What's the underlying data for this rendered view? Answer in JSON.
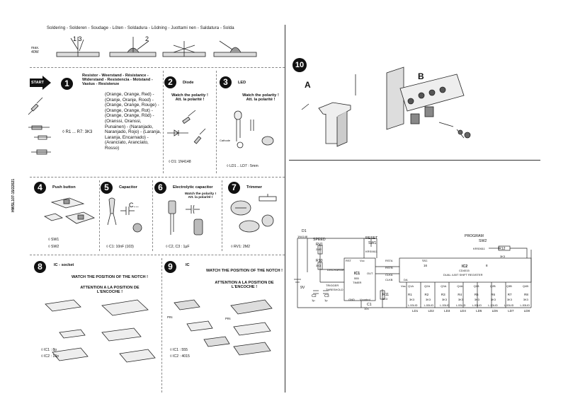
{
  "header": {
    "soldering": "Soldering - Solderen - Soudage - Löten - Soldadura - Lödning - Juottami nen - Saldatura - Solda"
  },
  "solder_steps": {
    "step13": "1  3",
    "step2": "2",
    "maxtemp": "max. 40W"
  },
  "side_code": "HWSL107-15/22021",
  "steps": {
    "s1": {
      "num": "1",
      "title": "Resistor - Weerstand - Résistance - Widerstand - Resistencia - Motstand - Vastus - Resistenze",
      "colors": "(Orange, Orange, Red) - (Oranje, Oranje, Rood) - (Orange, Orange, Rouge) - (Orange, Orange, Rot) - (Orange, Orange, Röd) - (Oranssi, Oranssi, Punainen) - (Naranjado, Naranjado, Rojo) - (Laranja, Laranja, Encarnado) - (Arancíato, Arancíato, Rosso)",
      "part": "◊ R1 ... R7: 3K3",
      "start": "START"
    },
    "s2": {
      "num": "2",
      "title": "Diode",
      "watch": "Watch the polarity ! Att. la polarité !",
      "part": "◊ D1: 1N4148"
    },
    "s3": {
      "num": "3",
      "title": "LED",
      "watch": "Watch the polarity ! Att. la polarité !",
      "part": "◊ LD1 .. LD7 : 5mm",
      "cathode": "Cathode"
    },
    "s4": {
      "num": "4",
      "title": "Push button",
      "p1": "◊ SW1",
      "p2": "◊ SW2"
    },
    "s5": {
      "num": "5",
      "title": "Capacitor",
      "sym": "C...",
      "part": "◊ C1: 10nF (103)"
    },
    "s6": {
      "num": "6",
      "title": "Electrolytic capacitor",
      "watch": "Watch the polarity ! Att. la polarité !",
      "part": "◊ C2, C3 : 1µF"
    },
    "s7": {
      "num": "7",
      "title": "Trimmer",
      "part": "◊ RV1: 2M2"
    },
    "s8": {
      "num": "8",
      "title": "IC - socket",
      "watch": "WATCH THE POSITION OF THE NOTCH !",
      "att": "ATTENTION A LA POSITION DE L'ENCOCHE !",
      "p1": "◊ IC1 : 8p",
      "p2": "◊ IC2 : 16p"
    },
    "s9": {
      "num": "9",
      "title": "IC",
      "watch": "WATCH THE POSITION OF THE NOTCH !",
      "att": "ATTENTION A LA POSITION DE L'ENCOCHE !",
      "p1": "◊ IC1 : 555",
      "p2": "◊ IC2 : 4015",
      "pin": "PIN"
    },
    "s10": {
      "num": "10",
      "a": "A",
      "b": "B"
    }
  },
  "schematic": {
    "d1": "D1",
    "d1v": "1N4148",
    "speed": "SPEED",
    "rv1": "RV1",
    "rv1v": "2M2",
    "r10": "R10",
    "r10v": "3K3",
    "c2": "C2",
    "c3": "C3",
    "cv": "1µ",
    "batt": "9V",
    "reset": "RESET",
    "sw1": "SW1",
    "krs": "KRS0611",
    "ic1": "IC1",
    "ic1v": "555",
    "ic1t": "TIMER",
    "rst": "RST",
    "vcc": "Vcc",
    "out": "OUT",
    "disch": "DISCHARGE",
    "trig": "TRIGGER",
    "thr": "THRESHOLD",
    "gnd": "GND",
    "vctrl": "Vcontrol",
    "c1": "C1",
    "c1v": "10n",
    "r11": "R11",
    "r11v": "3K3",
    "program": "PROGRAM",
    "sw2": "SW2",
    "r12": "R12",
    "r12v": "3K3",
    "ic2": "IC2",
    "ic2v": "CD4015",
    "ic2t": "DUAL 4-BIT SHIFT REGISTER",
    "rsta": "RSTA",
    "rstb": "RSTB",
    "clka": "CLKA",
    "clkb": "CLKB",
    "da": "DA",
    "vss": "Vss",
    "pin16": "16",
    "pin8": "8",
    "outs": [
      "Q1A",
      "Q2A",
      "Q3A",
      "Q4A",
      "Q1B",
      "Q2B",
      "Q3B",
      "Q4B"
    ],
    "res": [
      "R1",
      "R2",
      "R3",
      "R4",
      "R5",
      "R6",
      "R7",
      "R8"
    ],
    "rv": "3K3",
    "ledv": "L-53LID",
    "leds": [
      "LD1",
      "LD2",
      "LD3",
      "LD4",
      "LD5",
      "LD6",
      "LD7",
      "LD8"
    ]
  }
}
